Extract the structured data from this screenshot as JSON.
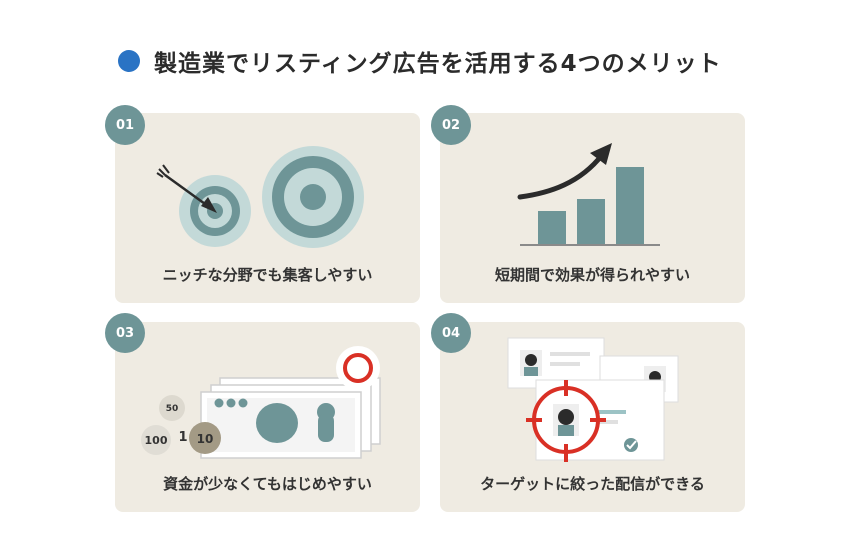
{
  "title": "製造業でリスティング広告を活用する4つのメリット",
  "colors": {
    "accent_blue": "#2a73c4",
    "teal": "#6e9597",
    "light_teal": "#c3d9d8",
    "card_bg": "#efebe2",
    "target_red": "#d93025"
  },
  "cards": [
    {
      "number": "01",
      "caption": "ニッチな分野でも集客しやすい",
      "icon": "target-with-arrow-icon"
    },
    {
      "number": "02",
      "caption": "短期間で効果が得られやすい",
      "icon": "growth-bar-chart-icon"
    },
    {
      "number": "03",
      "caption": "資金が少なくてもはじめやすい",
      "icon": "money-and-coins-icon",
      "coin_labels": [
        "50",
        "1",
        "100",
        "10"
      ]
    },
    {
      "number": "04",
      "caption": "ターゲットに絞った配信ができる",
      "icon": "targeted-profile-icon"
    }
  ]
}
